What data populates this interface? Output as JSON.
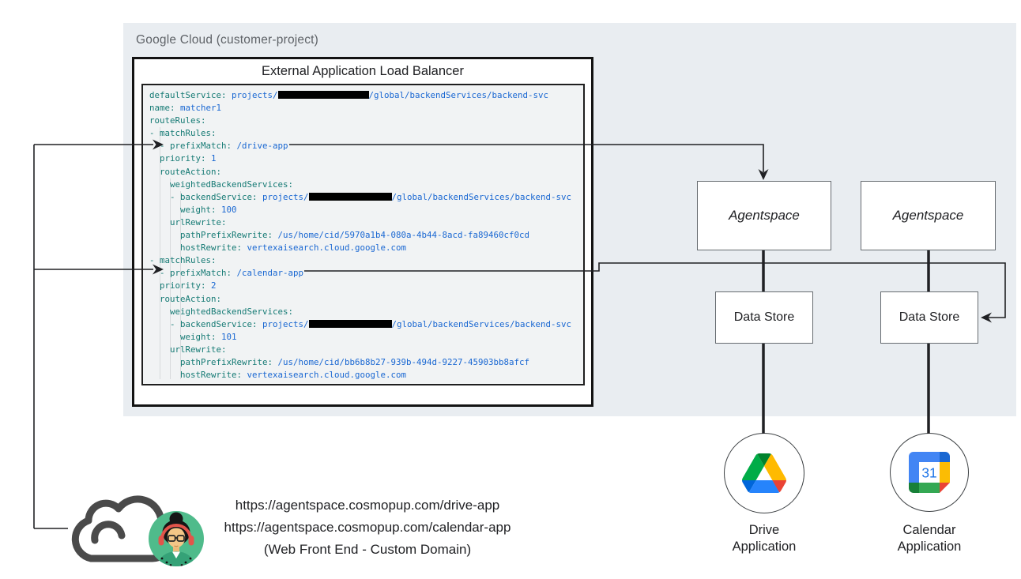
{
  "header": {
    "region_label": "Google Cloud (customer-project)"
  },
  "load_balancer": {
    "title": "External Application Load Balancer",
    "config_lines": [
      [
        [
          "k",
          "defaultService: "
        ],
        [
          "v",
          "projects/"
        ],
        [
          "r",
          115
        ],
        [
          "v",
          "/global/backendServices/backend-svc"
        ]
      ],
      [
        [
          "k",
          "name: "
        ],
        [
          "v",
          "matcher1"
        ]
      ],
      [
        [
          "k",
          "routeRules:"
        ]
      ],
      [
        [
          "k",
          "- matchRules:"
        ]
      ],
      [
        [
          "k",
          "  - prefixMatch: "
        ],
        [
          "v",
          "/drive-app"
        ]
      ],
      [
        [
          "k",
          "  priority: "
        ],
        [
          "v",
          "1"
        ]
      ],
      [
        [
          "k",
          "  routeAction:"
        ]
      ],
      [
        [
          "k",
          "    weightedBackendServices:"
        ]
      ],
      [
        [
          "k",
          "    - backendService: "
        ],
        [
          "v",
          "projects/"
        ],
        [
          "r",
          105
        ],
        [
          "v",
          "/global/backendServices/backend-svc"
        ]
      ],
      [
        [
          "k",
          "      weight: "
        ],
        [
          "v",
          "100"
        ]
      ],
      [
        [
          "k",
          "    urlRewrite:"
        ]
      ],
      [
        [
          "k",
          "      pathPrefixRewrite: "
        ],
        [
          "v",
          "/us/home/cid/5970a1b4-080a-4b44-8acd-fa89460cf0cd"
        ]
      ],
      [
        [
          "k",
          "      hostRewrite: "
        ],
        [
          "v",
          "vertexaisearch.cloud.google.com"
        ]
      ],
      [
        [
          "k",
          "- matchRules:"
        ]
      ],
      [
        [
          "k",
          "  - prefixMatch: "
        ],
        [
          "v",
          "/calendar-app"
        ]
      ],
      [
        [
          "k",
          "  priority: "
        ],
        [
          "v",
          "2"
        ]
      ],
      [
        [
          "k",
          "  routeAction:"
        ]
      ],
      [
        [
          "k",
          "    weightedBackendServices:"
        ]
      ],
      [
        [
          "k",
          "    - backendService: "
        ],
        [
          "v",
          "projects/"
        ],
        [
          "r",
          105
        ],
        [
          "v",
          "/global/backendServices/backend-svc"
        ]
      ],
      [
        [
          "k",
          "      weight: "
        ],
        [
          "v",
          "101"
        ]
      ],
      [
        [
          "k",
          "    urlRewrite:"
        ]
      ],
      [
        [
          "k",
          "      pathPrefixRewrite: "
        ],
        [
          "v",
          "/us/home/cid/bb6b8b27-939b-494d-9227-45903bb8afcf"
        ]
      ],
      [
        [
          "k",
          "      hostRewrite: "
        ],
        [
          "v",
          "vertexaisearch.cloud.google.com"
        ]
      ]
    ]
  },
  "nodes": {
    "agentspace_left": "Agentspace",
    "agentspace_right": "Agentspace",
    "datastore_left": "Data Store",
    "datastore_right": "Data Store",
    "drive_app": {
      "line1": "Drive",
      "line2": "Application"
    },
    "calendar_app": {
      "line1": "Calendar",
      "line2": "Application"
    }
  },
  "client": {
    "url_drive": "https://agentspace.cosmopup.com/drive-app",
    "url_calendar": "https://agentspace.cosmopup.com/calendar-app",
    "caption": "(Web Front End - Custom Domain)"
  },
  "icons": {
    "calendar_day": "31",
    "names": [
      "cloud-icon",
      "user-avatar-icon",
      "google-drive-icon",
      "google-calendar-icon"
    ]
  },
  "colors": {
    "region_bg": "#e9edf1",
    "code_bg": "#f1f3f4",
    "code_key": "#157a74",
    "code_value": "#1967d2",
    "line_color": "#202124",
    "drive_green": "#00ac47",
    "drive_blue": "#2684fc",
    "drive_yellow": "#ffba00",
    "drive_red": "#ea4335",
    "calendar_blue": "#4285f4",
    "calendar_yellow": "#fbbc04",
    "calendar_green": "#34a853",
    "calendar_red": "#ea4335",
    "avatar_bg_green": "#4fbb8b",
    "headphones_red": "#e2544a"
  }
}
